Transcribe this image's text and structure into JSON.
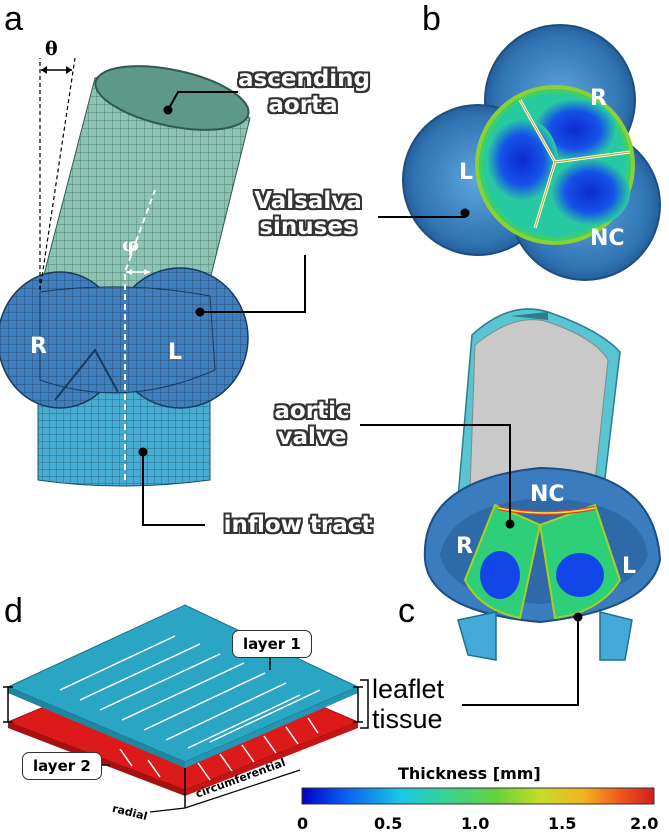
{
  "panels": {
    "a": "a",
    "b": "b",
    "c": "c",
    "d": "d"
  },
  "panel_a": {
    "theta": "θ",
    "phi": "φ",
    "ascending_aorta": [
      "ascending",
      "aorta"
    ],
    "valsalva": [
      "Valsalva",
      "sinuses"
    ],
    "inflow": "inflow tract",
    "sinus_R": "R",
    "sinus_L": "L"
  },
  "panel_b": {
    "R": "R",
    "L": "L",
    "NC": "NC"
  },
  "panel_c": {
    "valve": [
      "aortic",
      "valve"
    ],
    "NC": "NC",
    "R": "R",
    "L": "L"
  },
  "panel_d": {
    "layer1": "layer 1",
    "layer2": "layer 2",
    "leaflet": [
      "leaflet",
      "tissue"
    ],
    "radial": "radial",
    "circumferential": "circumferential"
  },
  "colorbar": {
    "title": "Thickness [mm]",
    "ticks": [
      "0",
      "0.5",
      "1.0",
      "1.5",
      "2.0"
    ],
    "colors": [
      "#0000c8",
      "#0a5cf0",
      "#19c8e6",
      "#3cd28c",
      "#64d23c",
      "#c8dc28",
      "#f0b41e",
      "#f05a1e",
      "#d21e1e"
    ]
  },
  "colors": {
    "aorta_mesh": "#7bb4a4",
    "sinus": "#3c78b4",
    "inflow": "#45a8cc",
    "layer1": "#2aa6c4",
    "layer2": "#dd1a1a"
  }
}
